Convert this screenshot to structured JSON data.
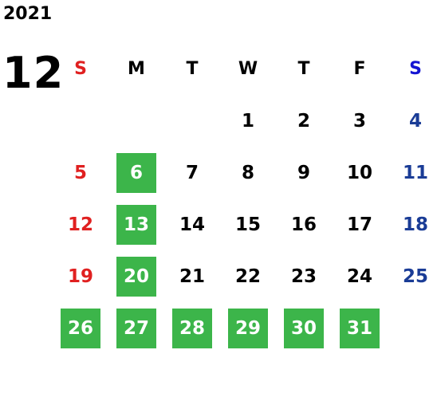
{
  "year": "2021",
  "month": "12",
  "colors": {
    "sunday": "#e02020",
    "saturday": "#1a3c96",
    "saturday_header": "#1414d2",
    "weekday": "#000000",
    "highlight_bg": "#3cb54a",
    "highlight_fg": "#ffffff"
  },
  "weekdays": [
    "S",
    "M",
    "T",
    "W",
    "T",
    "F",
    "S"
  ],
  "weeks": [
    [
      "",
      "",
      "",
      "1",
      "2",
      "3",
      "4"
    ],
    [
      "5",
      "6",
      "7",
      "8",
      "9",
      "10",
      "11"
    ],
    [
      "12",
      "13",
      "14",
      "15",
      "16",
      "17",
      "18"
    ],
    [
      "19",
      "20",
      "21",
      "22",
      "23",
      "24",
      "25"
    ],
    [
      "26",
      "27",
      "28",
      "29",
      "30",
      "31",
      ""
    ]
  ],
  "highlighted_days": [
    "6",
    "13",
    "20",
    "26",
    "27",
    "28",
    "29",
    "30",
    "31"
  ]
}
